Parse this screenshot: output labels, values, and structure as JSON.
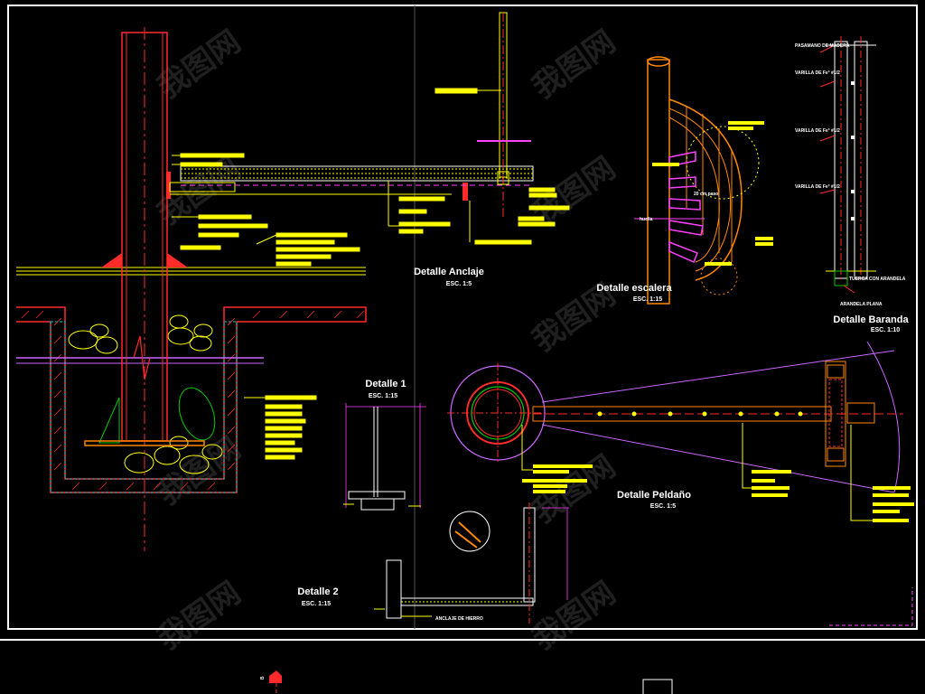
{
  "colors": {
    "background": "#000000",
    "frame": "#ffffff",
    "red": "#ff2a2a",
    "yellow": "#ffff00",
    "magenta": "#ff40ff",
    "cyan": "#00c8c8",
    "orange": "#ff8800",
    "green": "#00cc00",
    "gray": "#888888",
    "purple": "#cc66ff"
  },
  "details": {
    "anclaje": {
      "title": "Detalle Anclaje",
      "scale": "ESC. 1:5"
    },
    "escalera": {
      "title": "Detalle escalera",
      "scale": "ESC. 1:15"
    },
    "baranda": {
      "title": "Detalle Baranda",
      "scale": "ESC. 1:10"
    },
    "detalle1": {
      "title": "Detalle 1",
      "scale": "ESC. 1:15"
    },
    "detalle2": {
      "title": "Detalle 2",
      "scale": "ESC. 1:15"
    },
    "peldano": {
      "title": "Detalle Peldaño",
      "scale": "ESC. 1:5"
    }
  },
  "annotations": {
    "pasamano": "PASAMANO DE MADERA",
    "varilla1": "VARILLA DE Fe° #1/2",
    "varilla2": "VARILLA DE Fe° #1/2",
    "varilla3": "VARILLA DE Fe° #1/2",
    "tuerca": "TUERCA CON ARANDELA",
    "arandela": "ARANDELA PLANA",
    "anclaje_hierro": "ANCLAJE DE HIERRO",
    "paso": "20 cm paso",
    "huella": "huella",
    "dim_b": "B"
  },
  "watermark": "我图网"
}
